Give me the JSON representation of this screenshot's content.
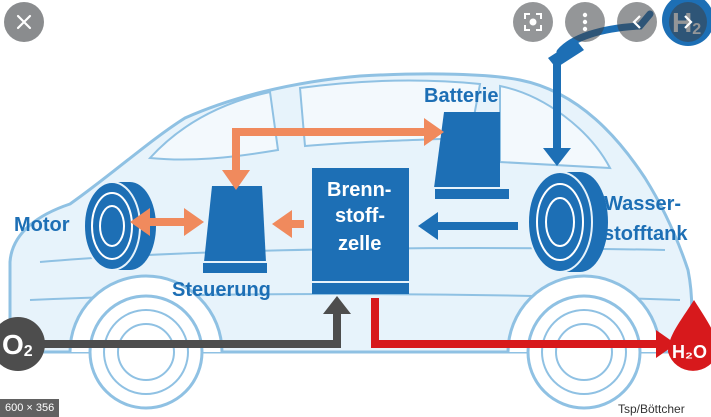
{
  "viewer": {
    "dimensions_label": "600 × 356",
    "controls": {
      "close_icon": "close-icon",
      "lens_icon": "lens-icon",
      "more_icon": "more-vert-icon",
      "prev_icon": "chevron-left-icon",
      "next_icon": "chevron-right-icon"
    }
  },
  "diagram": {
    "labels": {
      "battery": "Batterie",
      "fuel_cell_line1": "Brenn-",
      "fuel_cell_line2": "stoff-",
      "fuel_cell_line3": "zelle",
      "motor": "Motor",
      "control": "Steuerung",
      "tank_line1": "Wasser-",
      "tank_line2": "stofftank",
      "h2_main": "H",
      "h2_sub": "2",
      "o2_main": "O",
      "o2_sub": "2",
      "h2o": "H₂O"
    },
    "credit": "Tsp/Böttcher",
    "colors": {
      "blue": "#1d6fb5",
      "light_blue": "#cfe6f5",
      "orange": "#f08a5d",
      "red": "#d7191c",
      "dark_gray": "#4d4d4d"
    }
  }
}
